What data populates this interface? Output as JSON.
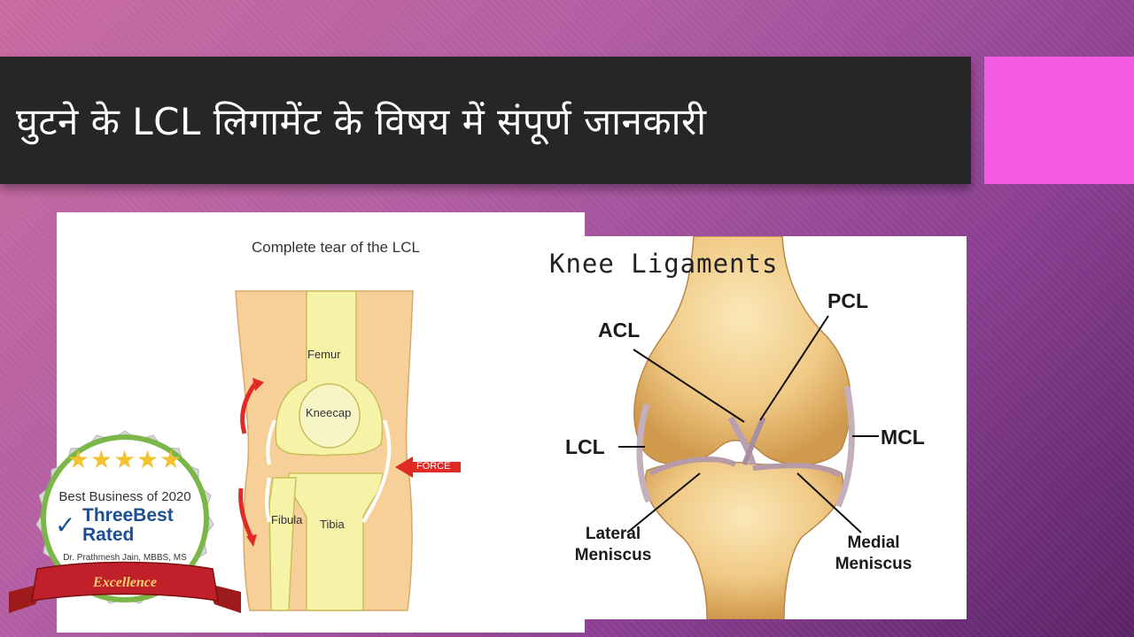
{
  "slide": {
    "title": "घुटने के LCL लिगामेंट के विषय में संपूर्ण जानकारी",
    "colors": {
      "title_bar": "#262626",
      "accent_box": "#f25be1",
      "background_start": "#c86aa0",
      "background_end": "#5a2266"
    }
  },
  "left_diagram": {
    "caption": "Complete tear of the LCL",
    "labels": {
      "femur": "Femur",
      "kneecap": "Kneecap",
      "fibula": "Fibula",
      "tibia": "Tibia",
      "force": "FORCE"
    }
  },
  "right_diagram": {
    "title": "Knee Ligaments",
    "labels": {
      "acl": "ACL",
      "pcl": "PCL",
      "lcl": "LCL",
      "mcl": "MCL",
      "lateral_meniscus_1": "Lateral",
      "lateral_meniscus_2": "Meniscus",
      "medial_meniscus_1": "Medial",
      "medial_meniscus_2": "Meniscus"
    }
  },
  "badge": {
    "heading": "Best Business of 2020",
    "brand_1": "ThreeBest",
    "brand_2": "Rated",
    "owner": "Dr. Prathmesh Jain, MBBS, MS",
    "ribbon": "Excellence",
    "stars": 5
  }
}
